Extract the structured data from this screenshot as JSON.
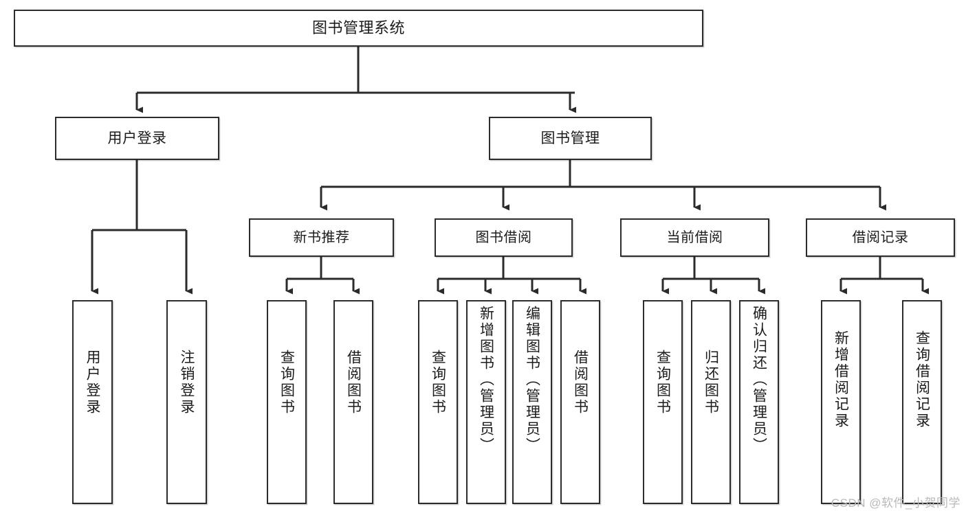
{
  "diagram": {
    "type": "tree",
    "title": "图书管理系统",
    "root": {
      "label": "图书管理系统"
    },
    "level2": [
      {
        "label": "用户登录"
      },
      {
        "label": "图书管理"
      }
    ],
    "level3": [
      {
        "label": "新书推荐"
      },
      {
        "label": "图书借阅"
      },
      {
        "label": "当前借阅"
      },
      {
        "label": "借阅记录"
      }
    ],
    "leaves": {
      "user_login": [
        "用户登录",
        "注销登录"
      ],
      "new_book_recommend": [
        "查询图书",
        "借阅图书"
      ],
      "book_borrow": [
        "查询图书",
        "新增图书（管理员）",
        "编辑图书（管理员）",
        "借阅图书"
      ],
      "current_borrow": [
        "查询图书",
        "归还图书",
        "确认归还（管理员）"
      ],
      "borrow_record": [
        "新增借阅记录",
        "查询借阅记录"
      ]
    }
  },
  "watermark": {
    "text": "CSDN @软件_小贺同学"
  },
  "colors": {
    "stroke": "#2b2b2b",
    "fill": "#ffffff",
    "text": "#1b1b1b",
    "watermark": "#b9b9b9"
  }
}
